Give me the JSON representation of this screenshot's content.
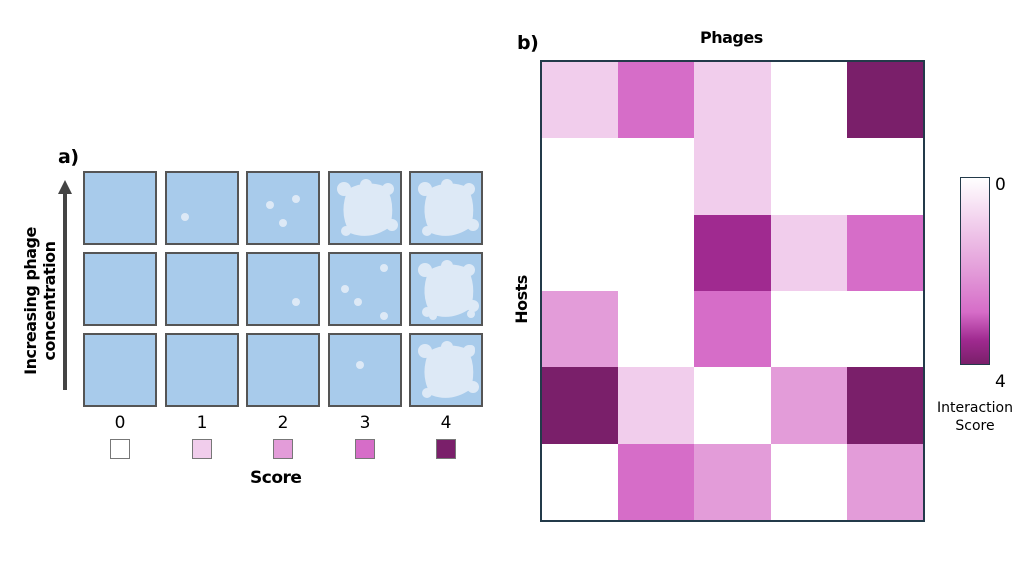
{
  "panel_a": {
    "label": "a)",
    "y_axis_label_line1": "Increasing phage",
    "y_axis_label_line2": "concentration",
    "x_axis_label": "Score",
    "scores": [
      "0",
      "1",
      "2",
      "3",
      "4"
    ],
    "score_colors": [
      "#ffffff",
      "#f1cdec",
      "#e39cd9",
      "#d66dc8",
      "#7a1f6a"
    ]
  },
  "panel_b": {
    "label": "b)",
    "x_axis_label": "Phages",
    "y_axis_label": "Hosts",
    "colorbar": {
      "min_label": "0",
      "max_label": "4",
      "title_line1": "Interaction",
      "title_line2": "Score"
    }
  },
  "chart_data": {
    "type": "heatmap",
    "title": "",
    "xlabel": "Phages",
    "ylabel": "Hosts",
    "vrange": [
      0,
      4
    ],
    "values": [
      [
        1,
        3,
        1,
        0,
        4
      ],
      [
        0,
        0,
        1,
        0,
        0
      ],
      [
        0,
        0,
        3.5,
        1,
        3
      ],
      [
        2,
        0,
        3,
        0,
        0
      ],
      [
        4,
        1,
        0,
        2,
        4
      ],
      [
        0,
        3,
        2,
        0,
        2
      ]
    ]
  }
}
